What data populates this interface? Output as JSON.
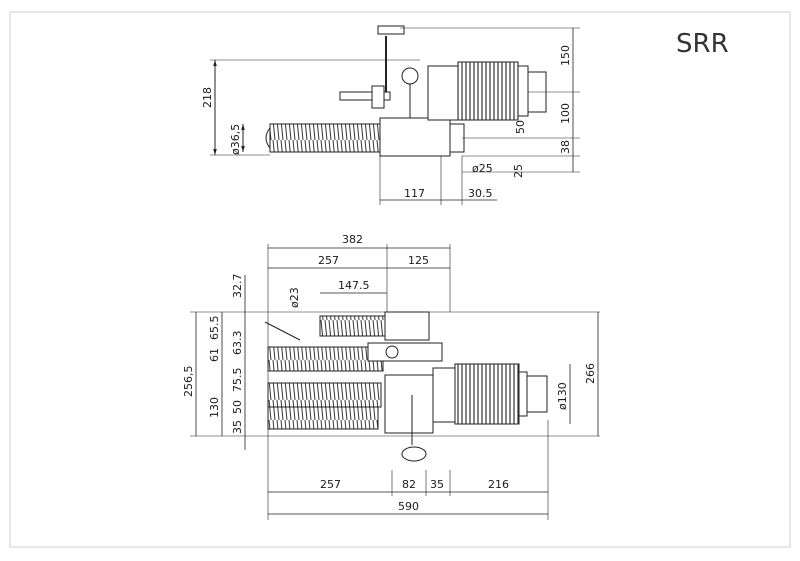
{
  "drawing_title": "SRR",
  "top_view": {
    "dims": {
      "d218": "218",
      "d36_5": "ø36,5",
      "d150": "150",
      "d100": "100",
      "d50": "50",
      "d38": "38",
      "d25_v": "25",
      "d25_dia": "ø25",
      "d117": "117",
      "d30_5": "30.5"
    }
  },
  "bottom_view": {
    "dims": {
      "d382": "382",
      "d257_top": "257",
      "d125": "125",
      "d147_5": "147.5",
      "d23": "ø23",
      "d32_7": "32.7",
      "d65_5": "65.5",
      "d63_3": "63.3",
      "d61": "61",
      "d256_5": "256,5",
      "d75_5": "75.5",
      "d130": "130",
      "d50": "50",
      "d35_v": "35",
      "d130_dia": "ø130",
      "d266": "266",
      "d257_bot": "257",
      "d82": "82",
      "d35_h": "35",
      "d216": "216",
      "d590": "590"
    }
  }
}
